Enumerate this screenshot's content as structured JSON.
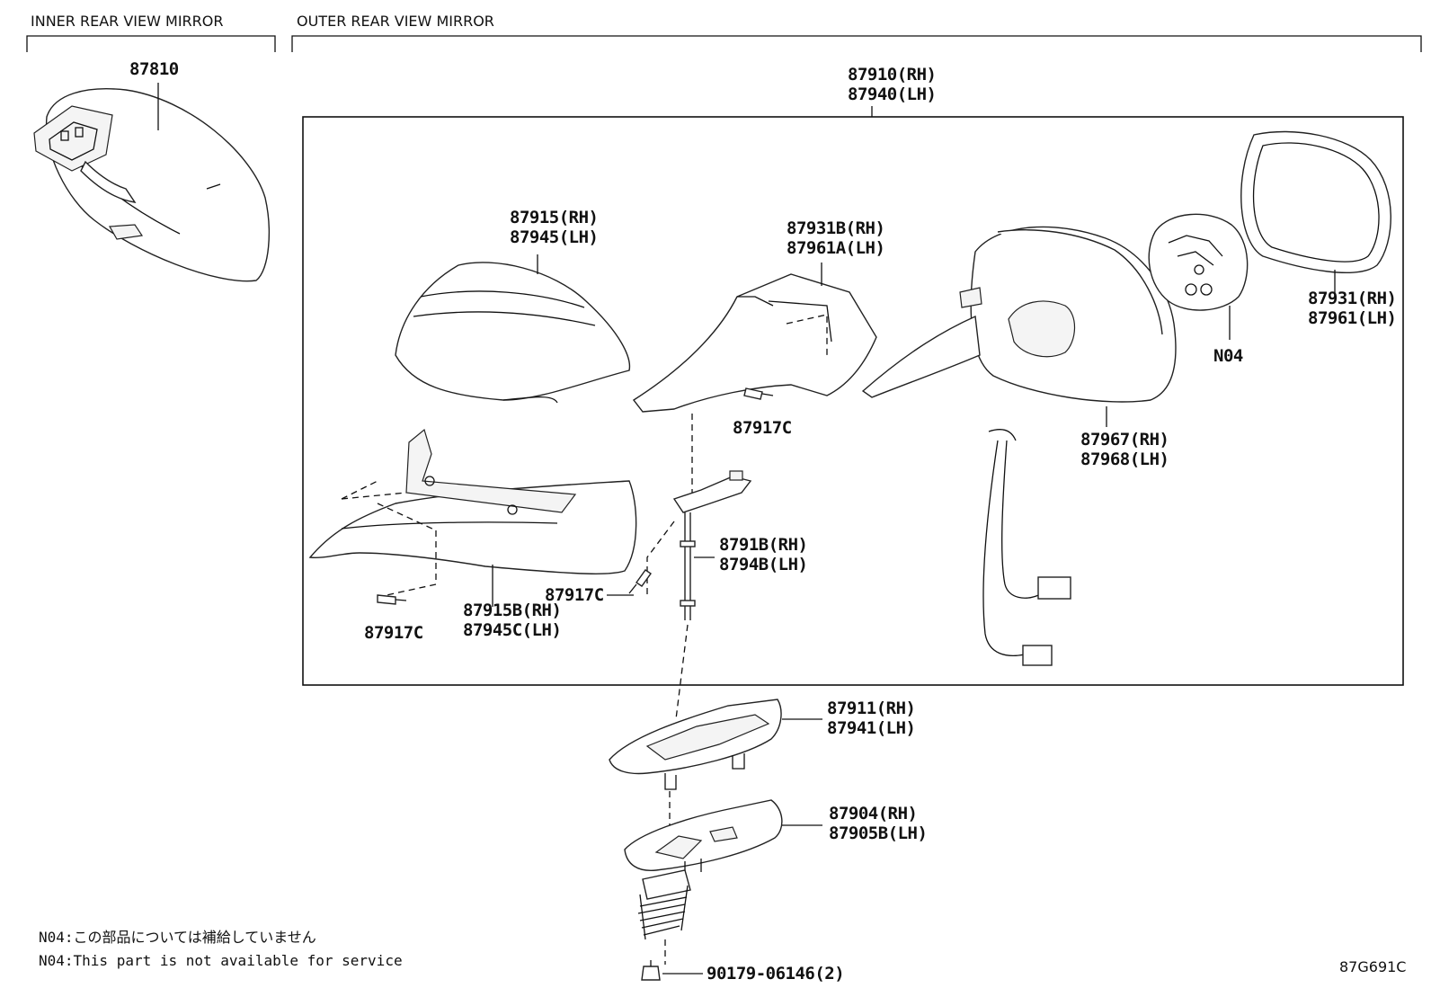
{
  "sections": {
    "inner": "INNER REAR VIEW MIRROR",
    "outer": "OUTER REAR VIEW MIRROR"
  },
  "parts": {
    "p87810": "87810",
    "p87910": [
      "87910(RH)",
      "87940(LH)"
    ],
    "p87915": [
      "87915(RH)",
      "87945(LH)"
    ],
    "p87931B": [
      "87931B(RH)",
      "87961A(LH)"
    ],
    "p87917c_a": "87917C",
    "p87917c_b": "87917C",
    "p87917c_c": "87917C",
    "p87967": [
      "87967(RH)",
      "87968(LH)"
    ],
    "pN04": "N04",
    "p87931": [
      "87931(RH)",
      "87961(LH)"
    ],
    "p8791B": [
      "8791B(RH)",
      "8794B(LH)"
    ],
    "p87915B": [
      "87915B(RH)",
      "87945C(LH)"
    ],
    "p87911": [
      "87911(RH)",
      "87941(LH)"
    ],
    "p87904": [
      "87904(RH)",
      "87905B(LH)"
    ],
    "p90179": "90179-06146(2)"
  },
  "notes": {
    "jp": "N04:この部品については補給していません",
    "en": "N04:This part is not available for service"
  },
  "diagram_code": "87G691C"
}
